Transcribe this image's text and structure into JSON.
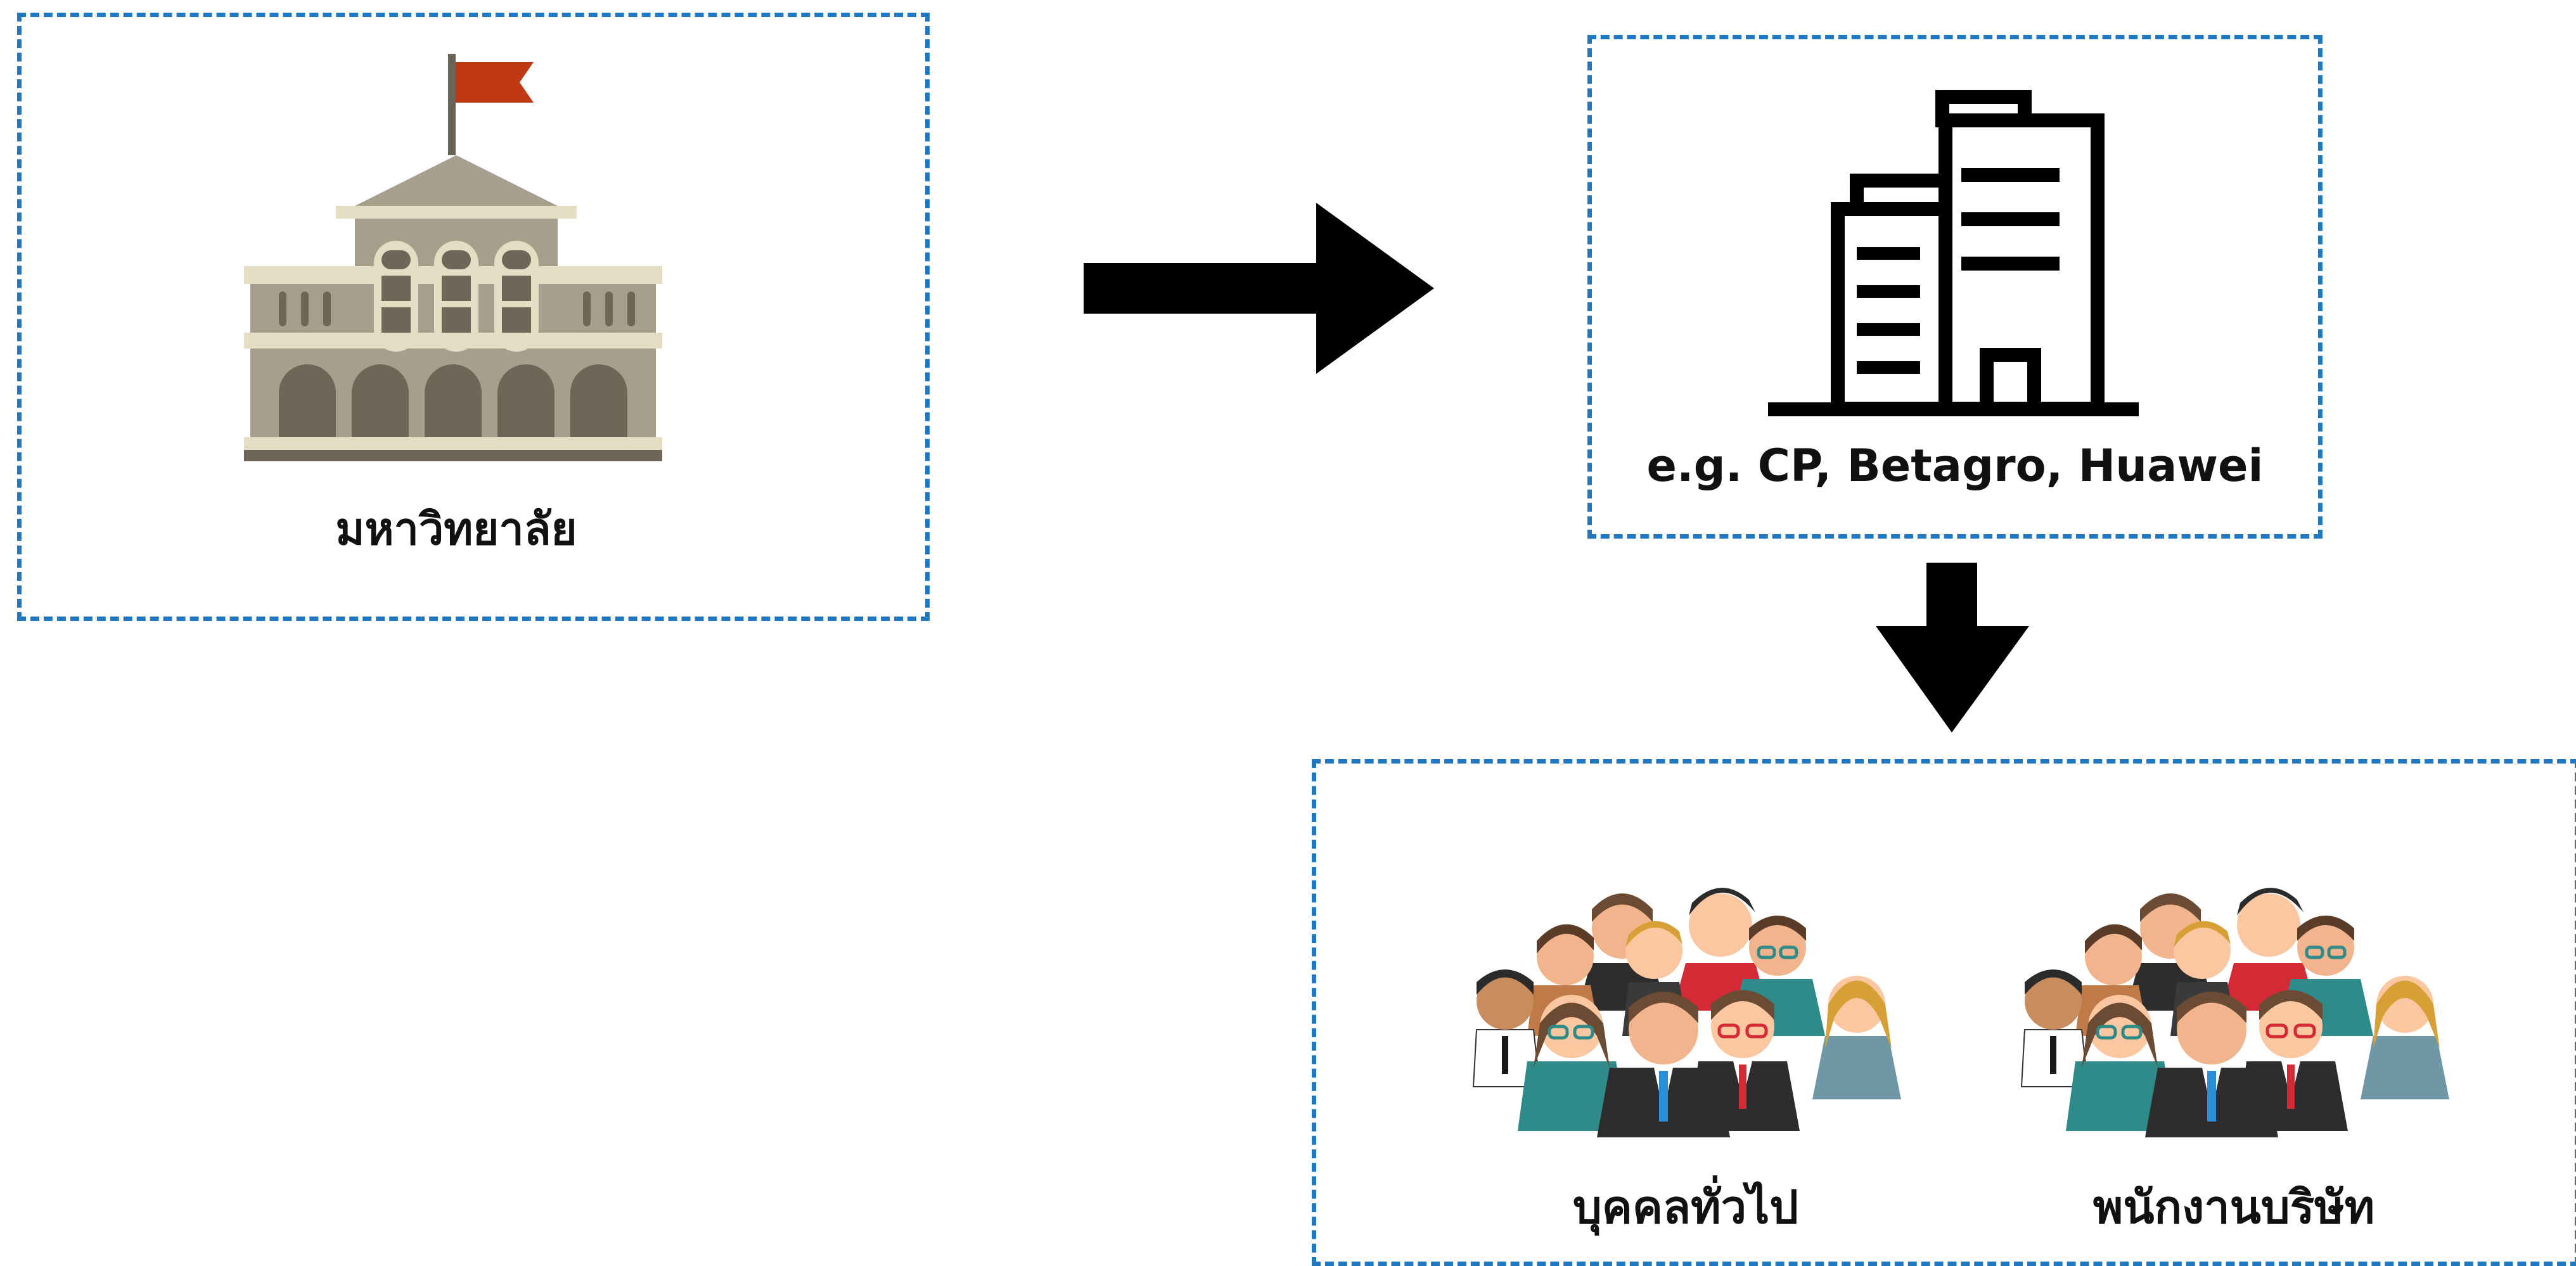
{
  "university": {
    "label": "มหาวิทยาลัย",
    "icon": "university-building-icon",
    "flag_color": "#bf3a14",
    "building_color": "#a79f8c"
  },
  "company": {
    "label": "e.g. CP, Betagro, Huawei",
    "icon": "office-building-icon"
  },
  "audience": {
    "groups": [
      {
        "label": "บุคคลทั่วไป",
        "icon": "people-group-icon"
      },
      {
        "label": "พนักงานบริษัท",
        "icon": "people-group-icon"
      }
    ]
  },
  "colors": {
    "box_border": "#1f78c1",
    "arrow": "#000000"
  }
}
